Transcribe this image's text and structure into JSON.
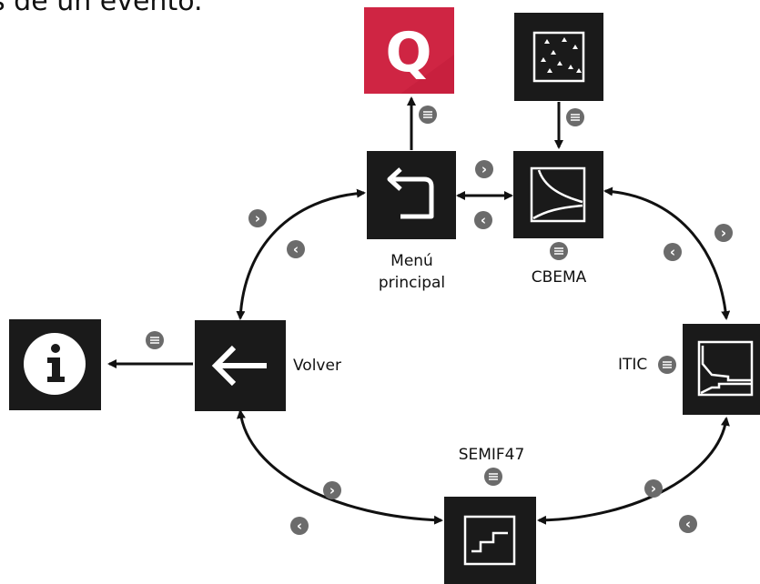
{
  "title_fragment": "s de un evento.",
  "nodes": {
    "q_app": {
      "icon": "q-logo-icon",
      "glyph": "Q",
      "color": "#c8203e"
    },
    "scatter": {
      "icon": "scatter-plot-icon",
      "color": "#1a1a1a"
    },
    "main_menu": {
      "icon": "return-arrow-icon",
      "label_line1": "Menú",
      "label_line2": "principal",
      "color": "#1a1a1a"
    },
    "cbema": {
      "icon": "cbema-curve-icon",
      "label": "CBEMA",
      "color": "#1a1a1a"
    },
    "volver": {
      "icon": "back-arrow-icon",
      "label": "Volver",
      "color": "#1a1a1a"
    },
    "info": {
      "icon": "info-icon",
      "color": "#1a1a1a"
    },
    "itic": {
      "icon": "itic-curve-icon",
      "label": "ITIC",
      "color": "#1a1a1a"
    },
    "semif47": {
      "icon": "semif47-steps-icon",
      "label": "SEMIF47",
      "color": "#1a1a1a"
    }
  },
  "keys": {
    "next": "›",
    "prev": "‹",
    "menu_icon": "menu-lines-icon",
    "badge_color": "#6b6b6b"
  }
}
